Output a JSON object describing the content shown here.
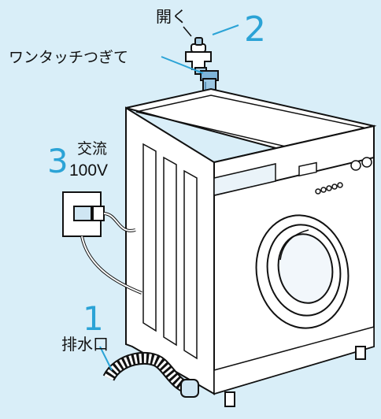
{
  "colors": {
    "background": "#d9eef8",
    "accent": "#2ba3d6",
    "line": "#111111",
    "machine_fill": "#ffffff"
  },
  "steps": [
    {
      "number": "2",
      "label": "開く",
      "icon": "faucet-icon"
    },
    {
      "number": "",
      "label": "ワンタッチつぎて",
      "icon": "one-touch-joint-icon"
    },
    {
      "number": "3",
      "label_line1": "交流",
      "label_line2": "100V",
      "icon": "power-outlet-icon"
    },
    {
      "number": "1",
      "label": "排水口",
      "icon": "drain-hose-icon"
    }
  ]
}
